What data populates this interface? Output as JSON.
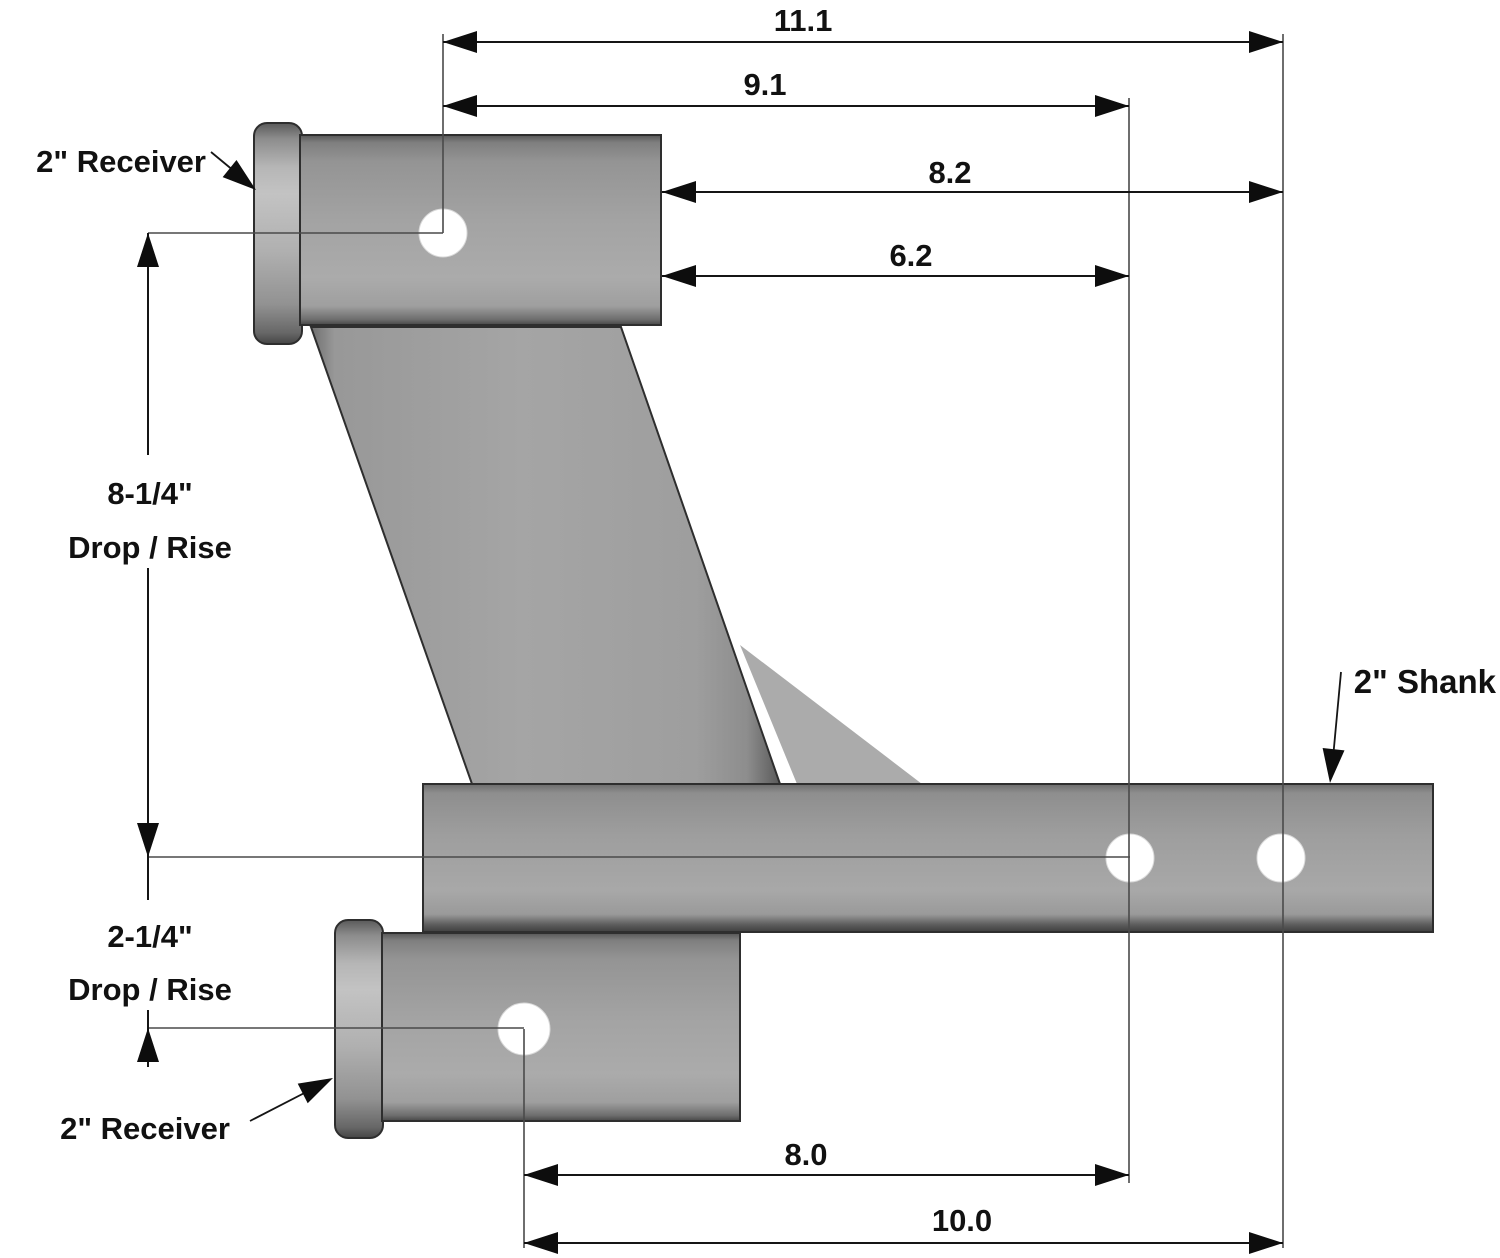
{
  "labels": {
    "receiver_top": "2\" Receiver",
    "receiver_bottom": "2\" Receiver",
    "shank": "2\" Shank"
  },
  "dimensions": {
    "top_hole_to_shank_end": "11.1",
    "top_hole_to_first_shank_hole": "9.1",
    "tube_end_to_shank_end": "8.2",
    "tube_end_to_first_shank_hole": "6.2",
    "bottom_hole_to_first_shank_hole": "8.0",
    "bottom_hole_to_shank_end": "10.0",
    "main_drop_value": "8-1/4\"",
    "main_drop_caption": "Drop / Rise",
    "secondary_drop_value": "2-1/4\"",
    "secondary_drop_caption": "Drop / Rise"
  },
  "colors": {
    "metal_gray": "#a6a6a6",
    "line_black": "#151515",
    "hole_white": "#ffffff",
    "background": "#ffffff"
  }
}
